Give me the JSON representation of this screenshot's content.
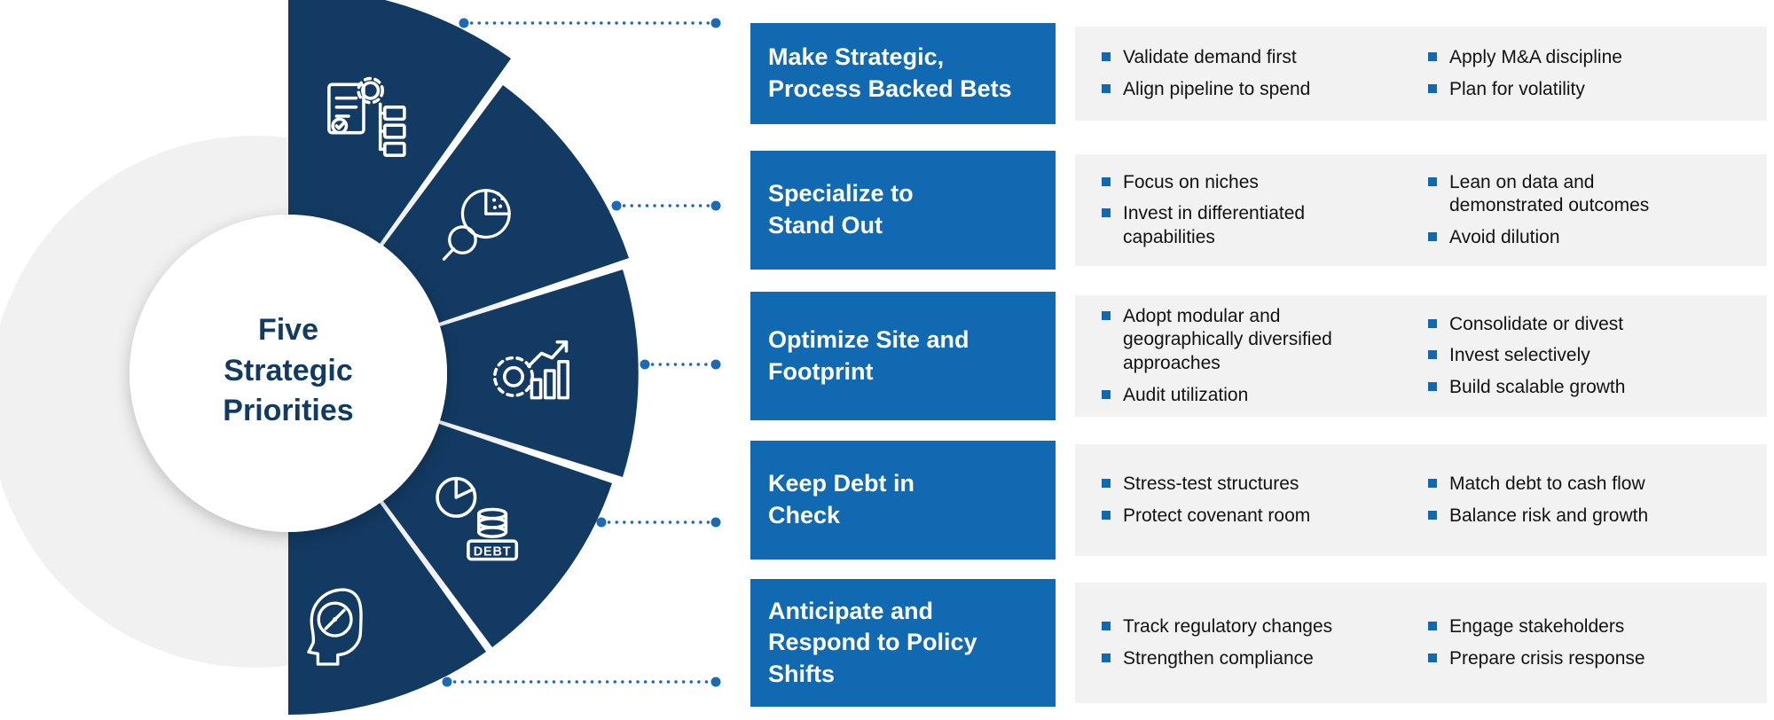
{
  "colors": {
    "navy": "#123a62",
    "blue": "#1169b2",
    "panel": "#f2f2f3",
    "dotline": "#1b6ab3"
  },
  "center": {
    "title": "Five\nStrategic\nPriorities"
  },
  "debt_label": "DEBT",
  "rows": [
    {
      "title": "Make Strategic,\nProcess Backed Bets",
      "icon": "document-gears-icon",
      "col1": [
        "Validate demand first",
        "Align pipeline to spend"
      ],
      "col2": [
        "Apply M&A discipline",
        "Plan for volatility"
      ]
    },
    {
      "title": "Specialize to\nStand Out",
      "icon": "magnifier-pie-icon",
      "col1": [
        "Focus on niches",
        "Invest in differentiated\ncapabilities"
      ],
      "col2": [
        "Lean on data and\ndemonstrated outcomes",
        "Avoid dilution"
      ]
    },
    {
      "title": "Optimize Site and\nFootprint",
      "icon": "gear-chart-icon",
      "col1": [
        "Adopt modular and\ngeographically diversified\napproaches",
        "Audit utilization"
      ],
      "col2": [
        "Consolidate or divest",
        "Invest selectively",
        "Build scalable growth"
      ]
    },
    {
      "title": "Keep Debt in\nCheck",
      "icon": "debt-pie-icon",
      "col1": [
        "Stress-test structures",
        "Protect covenant room"
      ],
      "col2": [
        "Match debt to cash flow",
        "Balance risk and growth"
      ]
    },
    {
      "title": "Anticipate and\nRespond to Policy\nShifts",
      "icon": "head-compass-icon",
      "col1": [
        "Track regulatory changes",
        "Strengthen compliance"
      ],
      "col2": [
        "Engage stakeholders",
        "Prepare crisis response"
      ]
    }
  ]
}
